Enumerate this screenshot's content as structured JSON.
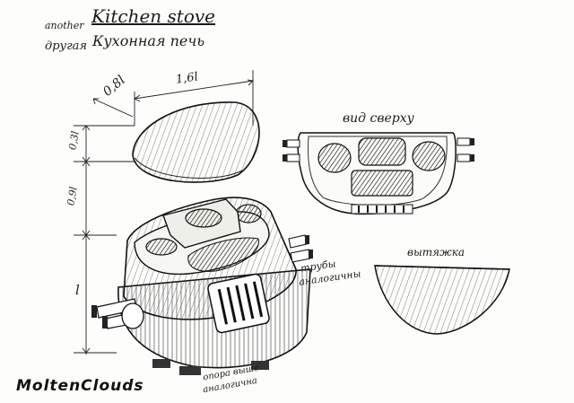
{
  "title": {
    "prefix_en": "another",
    "main_en": "Kitchen stove",
    "prefix_ru": "другая",
    "main_ru": "Кухонная печь"
  },
  "dimensions": {
    "depth": "0,8l",
    "width": "1,6l",
    "lid_height": "0,3l",
    "upper_height": "0,9l",
    "base_height": "l"
  },
  "labels": {
    "top_view": "вид сверху",
    "hood": "вытяжка",
    "pipes_line1": "трубы",
    "pipes_line2": "аналогичны",
    "support_line1": "опора выше",
    "support_line2": "аналогична"
  },
  "brand": {
    "logo": "MoltenClouds"
  }
}
